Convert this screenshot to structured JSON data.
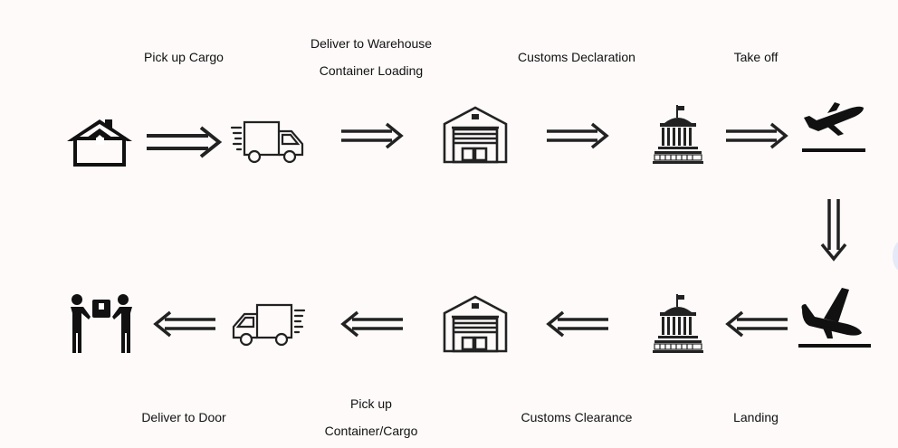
{
  "top_row": {
    "pickup_label": "Pick up Cargo",
    "warehouse_label_1": "Deliver to Warehouse",
    "warehouse_label_2": "Container Loading",
    "customs_label": "Customs Declaration",
    "takeoff_label": "Take off"
  },
  "bottom_row": {
    "door_label": "Deliver to Door",
    "pickup_label_1": "Pick up",
    "pickup_label_2": "Container/Cargo",
    "clearance_label": "Customs Clearance",
    "landing_label": "Landing"
  },
  "colors": {
    "ink": "#222222",
    "background": "#fdfaf9"
  }
}
